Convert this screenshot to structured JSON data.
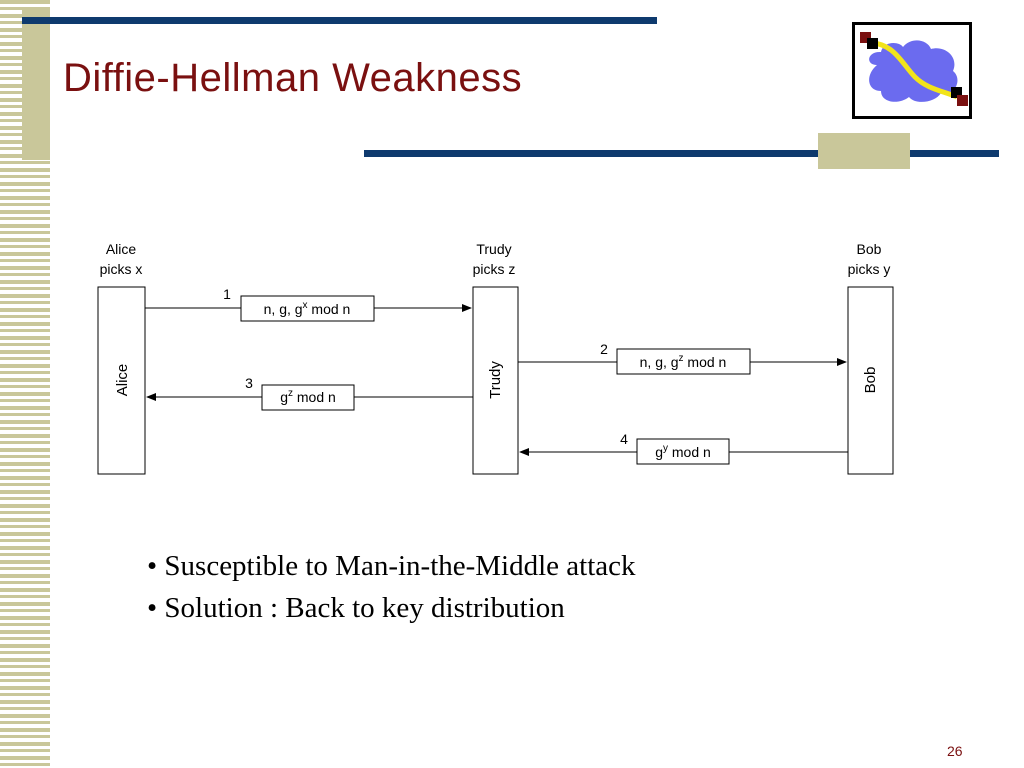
{
  "slide": {
    "title": "Diffie-Hellman Weakness",
    "page_number": "26"
  },
  "colors": {
    "title": "#7a1010",
    "rule": "#0e3a6e",
    "accent_olive": "#c9c79a",
    "logo_cloud": "#6b6bef",
    "logo_path": "#f2e41a",
    "logo_square_dark": "#7a1010"
  },
  "logo": {
    "icon": "network-cloud-icon"
  },
  "diagram": {
    "participants": [
      {
        "header_line1": "Alice",
        "header_line2": "picks x",
        "box_label": "Alice"
      },
      {
        "header_line1": "Trudy",
        "header_line2": "picks z",
        "box_label": "Trudy"
      },
      {
        "header_line1": "Bob",
        "header_line2": "picks y",
        "box_label": "Bob"
      }
    ],
    "messages": [
      {
        "number": "1",
        "base": "n, g, g",
        "sup": "x",
        "tail": " mod n",
        "from": "Alice",
        "to": "Trudy"
      },
      {
        "number": "2",
        "base": "n, g, g",
        "sup": "z",
        "tail": " mod n",
        "from": "Trudy",
        "to": "Bob"
      },
      {
        "number": "3",
        "base": "g",
        "sup": "z",
        "tail": " mod n",
        "from": "Trudy",
        "to": "Alice"
      },
      {
        "number": "4",
        "base": "g",
        "sup": "y",
        "tail": " mod n",
        "from": "Bob",
        "to": "Trudy"
      }
    ]
  },
  "bullets": [
    "• Susceptible to Man-in-the-Middle attack",
    "• Solution : Back to key distribution"
  ]
}
